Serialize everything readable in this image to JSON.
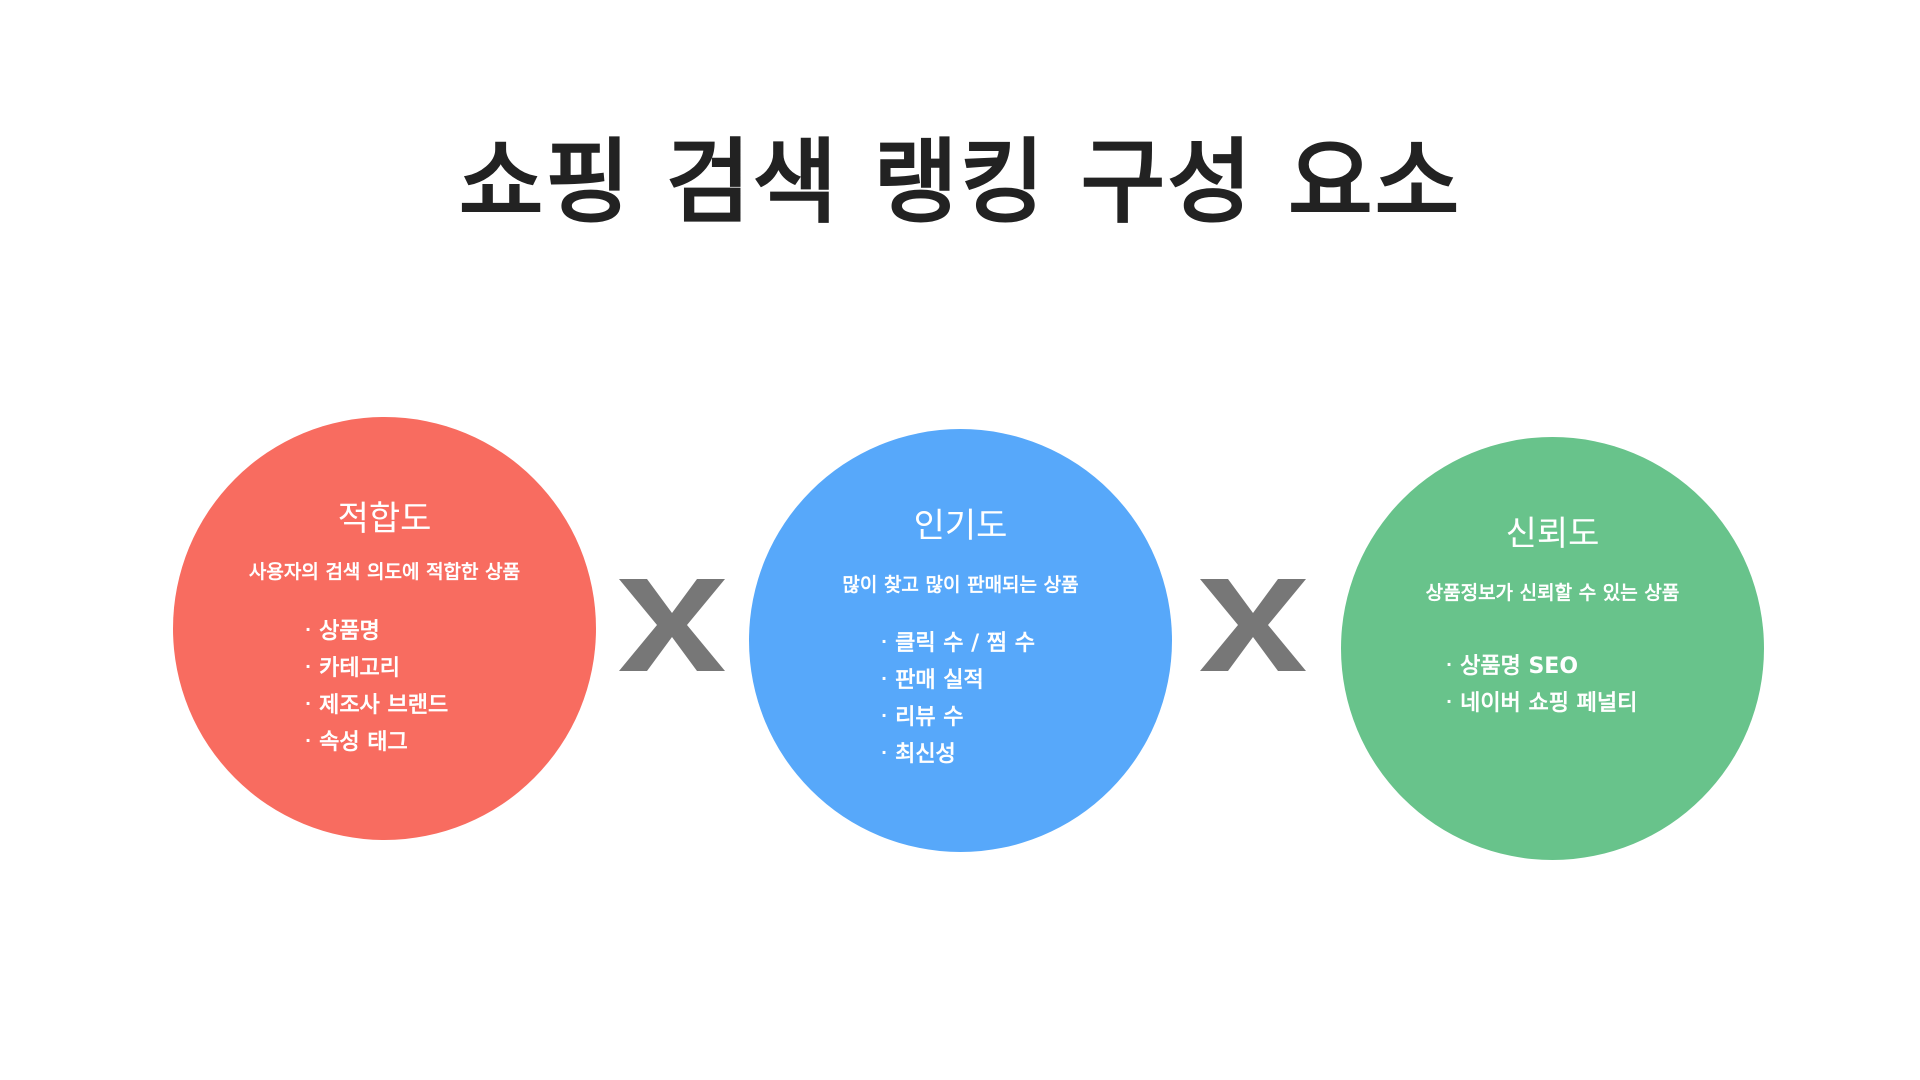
{
  "page": {
    "title": "쇼핑 검색 랭킹 구성 요소"
  },
  "operators": {
    "multiply": "multiply-x-icon"
  },
  "colors": {
    "title": "#222222",
    "relevance": "#F86C60",
    "popularity": "#57A8FA",
    "reliability": "#68C38B",
    "operator": "#777777"
  },
  "components": [
    {
      "title": "적합도",
      "description": "사용자의 검색 의도에 적합한 상품",
      "items": [
        "상품명",
        "카테고리",
        "제조사 브랜드",
        "속성 태그"
      ]
    },
    {
      "title": "인기도",
      "description": "많이 찾고 많이 판매되는 상품",
      "items": [
        "클릭 수 / 찜 수",
        "판매 실적",
        "리뷰 수",
        "최신성"
      ]
    },
    {
      "title": "신뢰도",
      "description": "상품정보가 신뢰할 수 있는 상품",
      "items": [
        "상품명 SEO",
        "네이버 쇼핑 페널티"
      ]
    }
  ]
}
